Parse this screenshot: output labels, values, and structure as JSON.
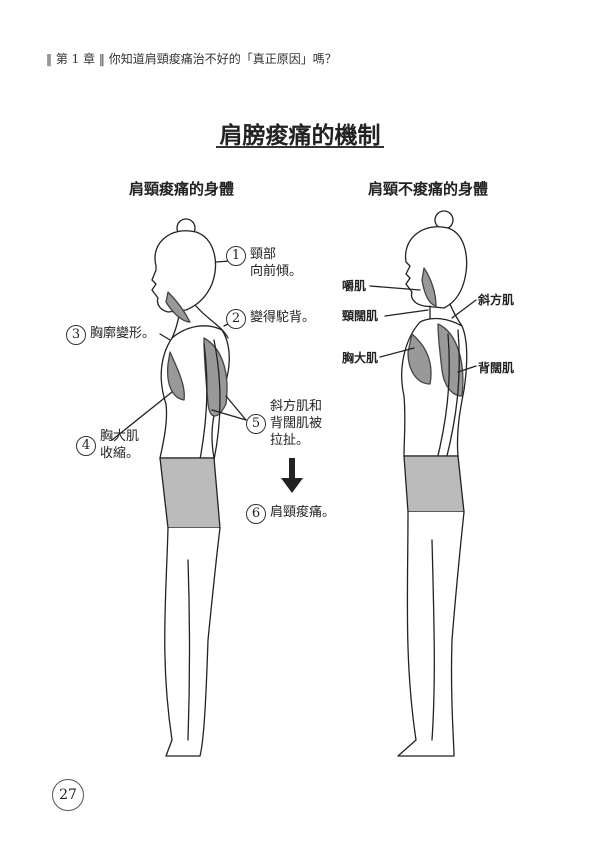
{
  "header": "‖ 第 1 章 ‖ 你知道肩頸痠痛治不好的「真正原因」嗎？",
  "title": "肩膀痠痛的機制",
  "left_subtitle": "肩頸痠痛的身體",
  "right_subtitle": "肩頸不痠痛的身體",
  "left_annotations": {
    "n1": "1",
    "a1_line1": "頸部",
    "a1_line2": "向前傾。",
    "n2": "2",
    "a2": "變得駝背。",
    "n3": "3",
    "a3": "胸廓變形。",
    "n4": "4",
    "a4_line1": "胸大肌",
    "a4_line2": "收縮。",
    "n5": "5",
    "a5_line1": "斜方肌和",
    "a5_line2": "背闊肌被",
    "a5_line3": "拉扯。",
    "n6": "6",
    "a6": "肩頸痠痛。"
  },
  "right_annotations": {
    "chew": "嚼肌",
    "neck": "頸闊肌",
    "pec": "胸大肌",
    "trap": "斜方肌",
    "lat": "背闊肌"
  },
  "page_number": "27"
}
